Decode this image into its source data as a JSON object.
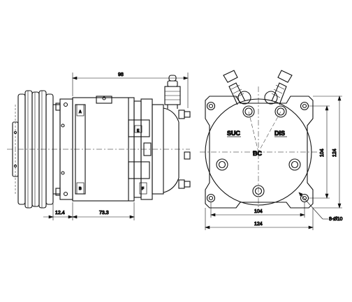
{
  "drawing": {
    "dimensions": {
      "length_top": "98",
      "offset_left": "12.4",
      "length_bottom": "73.3",
      "bolt_spacing_h": "104",
      "overall_width": "124",
      "bolt_spacing_v": "104",
      "overall_height": "124",
      "holes": "8-Ø10"
    },
    "port_labels": {
      "suction": "SUC",
      "discharge": "DIS",
      "bolt_circle": "BC"
    },
    "body_marks": {
      "top": "A",
      "middle": "E",
      "bottom": "B",
      "right": "F"
    },
    "colors": {
      "line": "#111111",
      "background": "#ffffff"
    }
  }
}
